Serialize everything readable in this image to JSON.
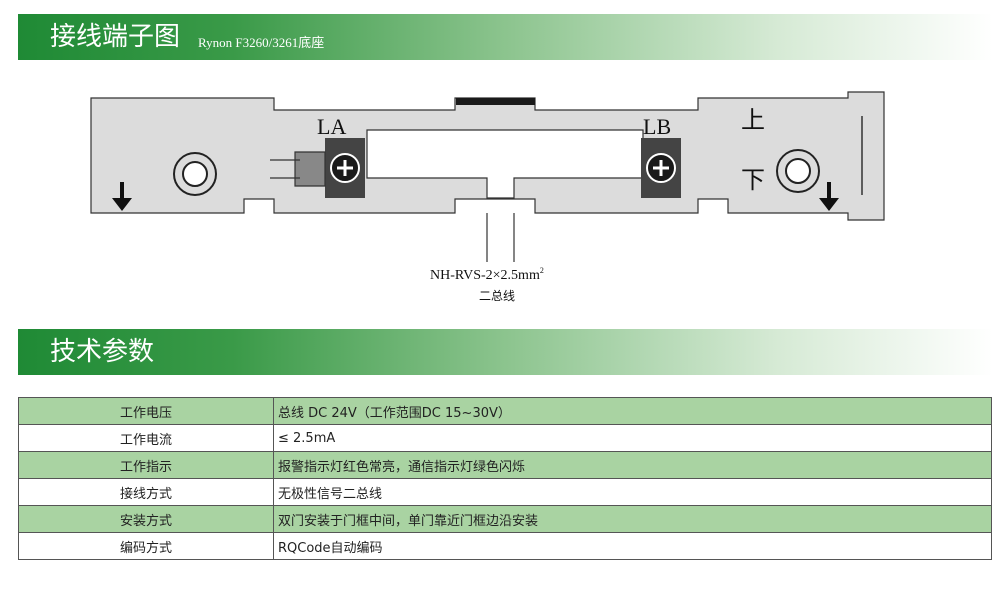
{
  "header1": {
    "title": "接线端子图",
    "subtitle": "Rynon F3260/3261底座"
  },
  "diagram": {
    "label_la": "LA",
    "label_lb": "LB",
    "label_up": "上",
    "label_down": "下",
    "cable_spec": "NH-RVS-2×2.5mm",
    "cable_spec_sup": "2",
    "cable_name": "二总线"
  },
  "header2": {
    "title": "技术参数"
  },
  "params": [
    {
      "key": "工作电压",
      "value": "总线 DC 24V（工作范围DC 15~30V）"
    },
    {
      "key": "工作电流",
      "value": "≤ 2.5mA"
    },
    {
      "key": "工作指示",
      "value": "报警指示灯红色常亮，通信指示灯绿色闪烁"
    },
    {
      "key": "接线方式",
      "value": "无极性信号二总线"
    },
    {
      "key": "安装方式",
      "value": "双门安装于门框中间，单门靠近门框边沿安装"
    },
    {
      "key": "编码方式",
      "value": "RQCode自动编码"
    }
  ],
  "colors": {
    "accent_green": "#2e9440",
    "row_green": "#a9d3a2",
    "base_gray": "#dcdcdc"
  }
}
